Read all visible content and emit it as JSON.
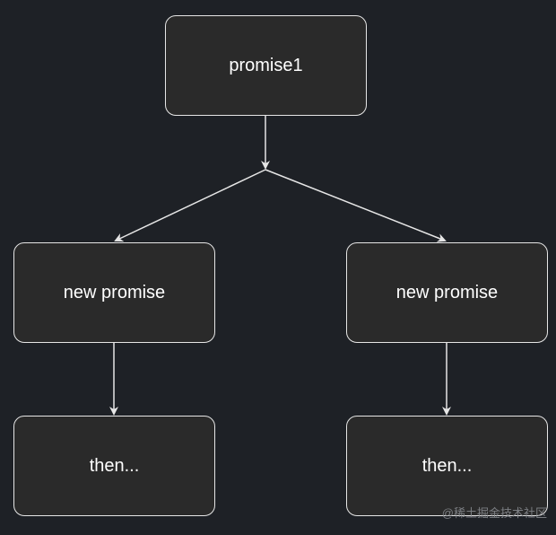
{
  "diagram": {
    "nodes": [
      {
        "id": "n-promise1",
        "label": "promise1"
      },
      {
        "id": "n-new-left",
        "label": "new promise"
      },
      {
        "id": "n-new-right",
        "label": "new promise"
      },
      {
        "id": "n-then-left",
        "label": "then..."
      },
      {
        "id": "n-then-right",
        "label": "then..."
      }
    ],
    "edges": [
      {
        "from": "n-promise1",
        "to": "junction"
      },
      {
        "from": "junction",
        "to": "n-new-left"
      },
      {
        "from": "junction",
        "to": "n-new-right"
      },
      {
        "from": "n-new-left",
        "to": "n-then-left"
      },
      {
        "from": "n-new-right",
        "to": "n-then-right"
      }
    ]
  },
  "watermark": "@稀土掘金技术社区",
  "colors": {
    "background": "#1e2126",
    "node_fill": "#2a2a2a",
    "node_border": "#e6e6e6",
    "edge": "#e6e6e6",
    "text": "#ffffff"
  }
}
